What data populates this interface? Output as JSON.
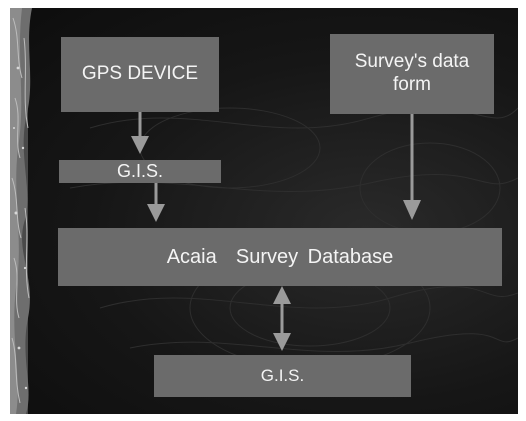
{
  "diagram": {
    "nodes": {
      "gps_device": "GPS DEVICE",
      "survey_form": [
        "Survey's data",
        "form"
      ],
      "gis_top": "G.I.S.",
      "database": "Acaia  Survey Database",
      "gis_bottom": "G.I.S."
    },
    "edges": [
      {
        "from": "gps_device",
        "to": "gis_top",
        "direction": "forward"
      },
      {
        "from": "gis_top",
        "to": "database",
        "direction": "forward"
      },
      {
        "from": "survey_form",
        "to": "database",
        "direction": "forward"
      },
      {
        "from": "database",
        "to": "gis_bottom",
        "direction": "both"
      }
    ],
    "colors": {
      "box_fill": "#6b6b6b",
      "text": "#f4f4f4",
      "arrow": "#9a9a9a",
      "background": "#161616",
      "contour": "#3a3a3a"
    }
  }
}
